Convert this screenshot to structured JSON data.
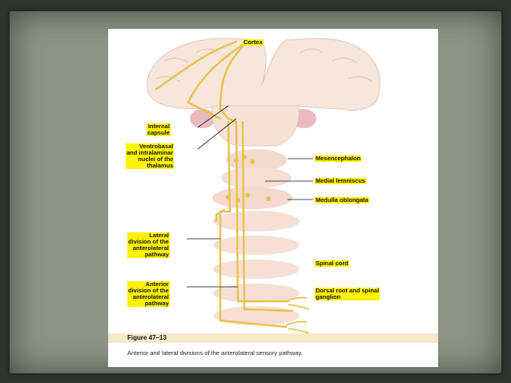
{
  "figure": {
    "number": "Figure 47–13",
    "caption": "Anterior and lateral divisions of the anterolateral sensory pathway."
  },
  "labels": {
    "cortex": "Cortex",
    "internal_capsule": "Internal\ncapsule",
    "thalamus_nuclei": "Ventrobasal\nand intralaminar\nnuclei of the\nthalamus",
    "mesencephalon": "Mesencephalon",
    "medial_lemniscus": "Medial lemniscus",
    "medulla_oblongata": "Medulla oblongata",
    "lateral_division": "Lateral\ndivision of the\nanterolateral\npathway",
    "spinal_cord": "Spinal cord",
    "anterior_division": "Anterior\ndivision of the\nanterolateral\npathway",
    "dorsal_root": "Dorsal root and spinal\nganglion"
  },
  "colors": {
    "label_highlight": "#fff200",
    "pathway": "#e8c24a",
    "tissue": "#f5dcd2",
    "tissue_dark": "#e8b8b4"
  }
}
